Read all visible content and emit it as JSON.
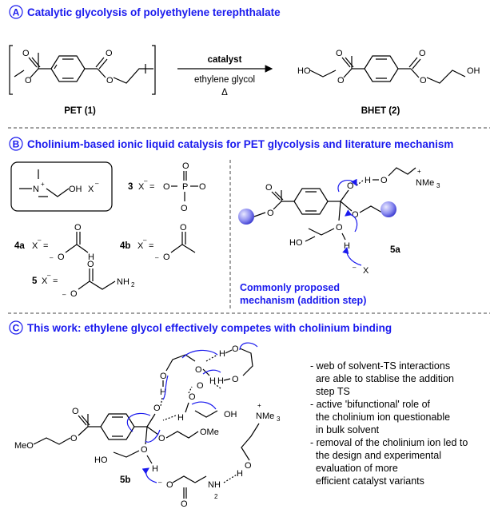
{
  "colors": {
    "accent": "#1a1aee",
    "bead": "#8c8cf0"
  },
  "sectionA": {
    "letter": "A",
    "title": "Catalytic glycolysis of polyethylene terephthalate",
    "arrow_above": "catalyst",
    "arrow_below": "ethylene glycol",
    "arrow_below2": "Δ",
    "pet_label": "PET (1)",
    "bhet_label": "BHET (2)",
    "ho": "HO",
    "oh": "OH",
    "o": "O"
  },
  "sectionB": {
    "letter": "B",
    "title": "Cholinium-based ionic liquid catalysis for PET glycolysis and literature mechanism",
    "n_plus": "N",
    "plus": "+",
    "oh": "OH",
    "x_minus": "X",
    "minus": "–",
    "l3": "3",
    "l4a": "4a",
    "l4b": "4b",
    "l5": "5",
    "x_eq": "X",
    "eq": "=",
    "p": "P",
    "o": "O",
    "h": "H",
    "nh2": "NH",
    "two": "2",
    "nme3": "NMe",
    "three": "3",
    "ho": "HO",
    "x": "X",
    "label_5a": "5a",
    "mech_line1": "Commonly proposed",
    "mech_line2": "mechanism (addition step)"
  },
  "sectionC": {
    "letter": "C",
    "title": "This work: ethylene glycol effectively competes with cholinium binding",
    "meo": "MeO",
    "ome": "OMe",
    "ho": "HO",
    "oh": "OH",
    "o": "O",
    "h": "H",
    "nme3": "NMe",
    "three": "3",
    "plus": "+",
    "minus": "–",
    "nh2": "NH",
    "two": "2",
    "label_5b": "5b",
    "notes": [
      "- web of solvent-TS interactions",
      "  are able to stablise the addition",
      "  step TS",
      "- active 'bifunctional' role of",
      "  the cholinium ion questionable",
      "  in bulk solvent",
      "- removal of the cholinium ion led to",
      "  the design and experimental",
      "  evaluation of more",
      "  efficient catalyst variants"
    ]
  }
}
